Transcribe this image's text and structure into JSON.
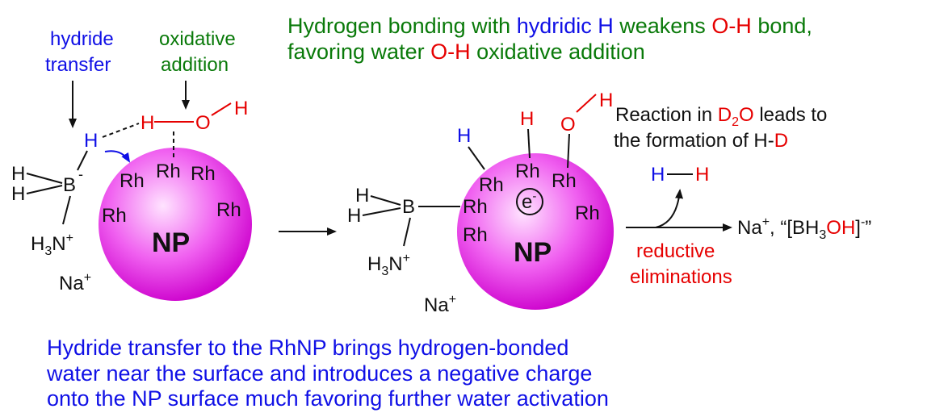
{
  "caption_top": {
    "line1": {
      "p1": "Hydrogen bonding with ",
      "p2": "hydridic H",
      "p3": " weakens ",
      "p4": "O-H",
      "p5": " bond,"
    },
    "line2": {
      "p1": "favoring water ",
      "p2": "O-H",
      "p3": " oxidative addition"
    }
  },
  "labels": {
    "hydride_transfer_1": "hydride",
    "hydride_transfer_2": "transfer",
    "oxidative_addition_1": "oxidative",
    "oxidative_addition_2": "addition"
  },
  "atoms": {
    "H": "H",
    "B": "B",
    "O": "O",
    "Rh": "Rh",
    "minus": "-",
    "plus": "+",
    "NH3": "H",
    "NH3_sub": "3",
    "NH3_N": "N",
    "Na": "Na",
    "electron": "e",
    "np": "NP"
  },
  "right_note": {
    "l1_a": "Reaction in ",
    "l1_b": "D",
    "l1_b_sub": "2",
    "l1_c": "O",
    "l1_d": " leads to",
    "l2_a": "the formation of H-",
    "l2_b": "D"
  },
  "reductive": {
    "l1": "reductive",
    "l2": "eliminations"
  },
  "product": {
    "na": "Na",
    "sep": ", “[BH",
    "sub3": "3",
    "oh": "OH",
    "close": "]",
    "end": "”"
  },
  "caption_bottom": {
    "l1": "Hydride transfer to the RhNP brings hydrogen-bonded",
    "l2": "water near the surface and introduces a negative charge",
    "l3": "onto the NP surface much favoring further water activation"
  },
  "colors": {
    "blue": "#1010e6",
    "green": "#0a7a0a",
    "red": "#e60000",
    "sphere_center": "#ffd6ff",
    "sphere_edge": "#e000e0"
  }
}
